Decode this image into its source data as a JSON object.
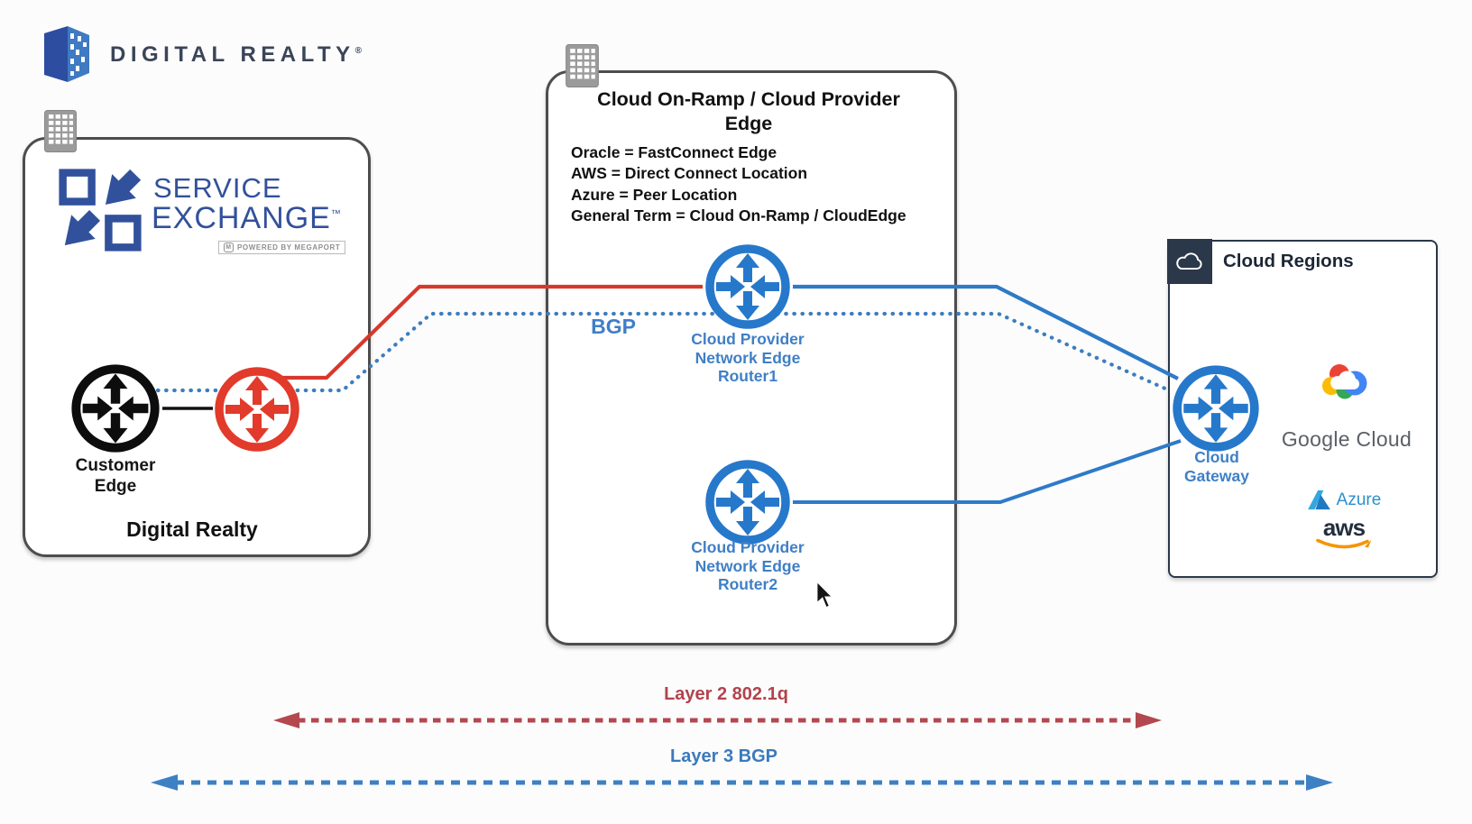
{
  "brand": {
    "name": "DIGITAL REALTY",
    "registered": "®"
  },
  "left_box": {
    "logo_line1": "SERVICE",
    "logo_line2": "EXCHANGE",
    "logo_tm": "™",
    "powered_by": "POWERED BY MEGAPORT",
    "powered_mark": "M",
    "customer_edge_label": "Customer\nEdge",
    "box_label": "Digital Realty"
  },
  "middle_box": {
    "title_line1": "Cloud On-Ramp /  Cloud Provider",
    "title_line2": "Edge",
    "definitions": [
      "Oracle = FastConnect Edge",
      "AWS =  Direct Connect Location",
      "Azure = Peer Location",
      "General Term = Cloud On-Ramp / CloudEdge"
    ],
    "router1_label": "Cloud Provider\nNetwork Edge\nRouter1",
    "router2_label": "Cloud Provider\nNetwork Edge\nRouter2"
  },
  "right_box": {
    "title": "Cloud Regions",
    "gateway_label": "Cloud\nGateway",
    "providers": {
      "google": "Google Cloud",
      "azure": "Azure",
      "aws": "aws"
    }
  },
  "connections": {
    "bgp_label": "BGP"
  },
  "legend": {
    "layer2_label": "Layer 2 802.1q",
    "layer3_label": "Layer 3 BGP"
  },
  "colors": {
    "router_blue": "#2678cb",
    "router_red": "#e23a2b",
    "router_black": "#0d0d0d",
    "bgp_dotted_blue": "#3e7dbd",
    "line_red": "#d6392c",
    "layer2_red": "#b2434d",
    "layer3_blue": "#3d80c4",
    "navy_header": "#2b3849",
    "service_exchange_blue": "#32519c"
  }
}
